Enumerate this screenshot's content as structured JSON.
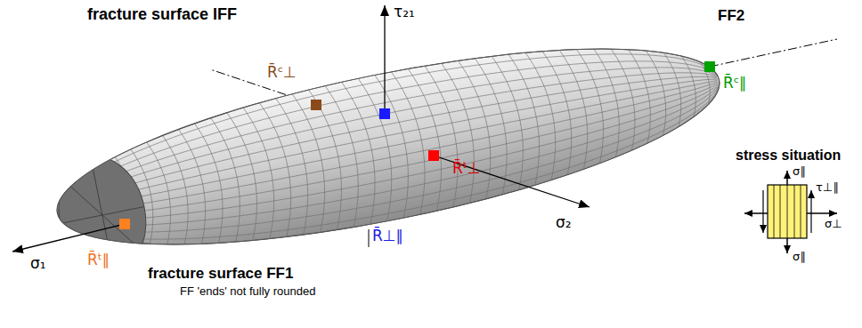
{
  "diagram": {
    "labels": [
      "fracture surface IFF",
      "τ₂₁",
      "FF2",
      "R̄ᶜ⊥",
      "R̄ᵗ⊥",
      "R̄⊥∥",
      "R̄ᶜ∥",
      "σ₁",
      "σ₂",
      "R̄ᵗ∥",
      "fracture surface FF1",
      "FF 'ends' not fully rounded",
      "stress situation",
      "σ∥",
      "τ⊥∥",
      "σ⊥",
      "σ∥"
    ]
  }
}
